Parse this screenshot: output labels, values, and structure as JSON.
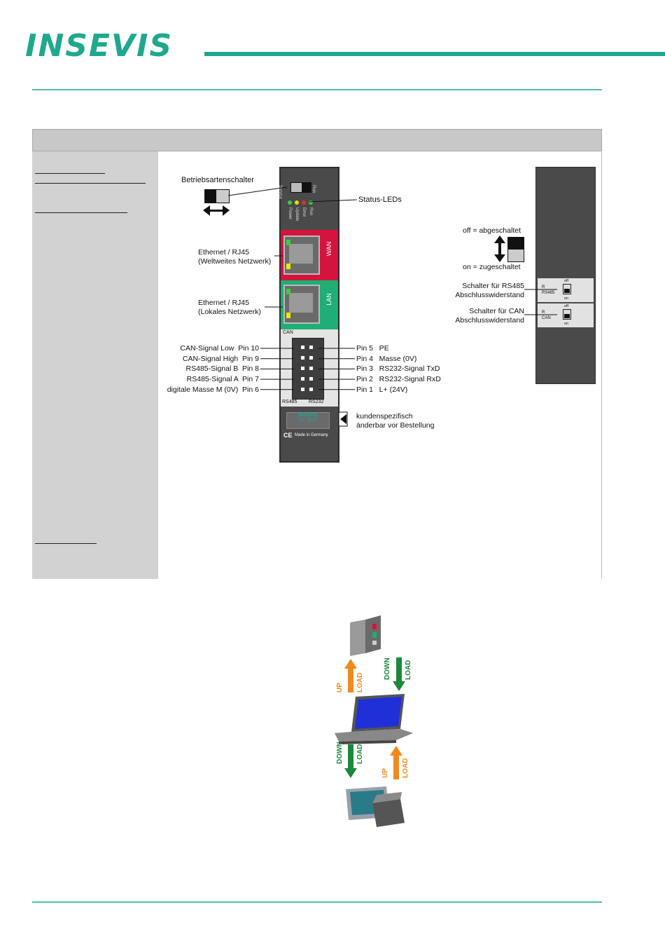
{
  "brand": {
    "logo_text": "INSEVIS",
    "accent_color": "#1fa88e"
  },
  "device_front": {
    "mode_switch_label": "Betriebsartenschalter",
    "mode_switch_positions": [
      "Service",
      "Run"
    ],
    "led_label": "Status-LEDs",
    "led_names": [
      "Power",
      "Update",
      "Error",
      "Run"
    ],
    "led_colors": [
      "#35d040",
      "#e8e000",
      "#e03030",
      "#35d040"
    ],
    "wan_label": "Ethernet / RJ45\n(Weltweites Netzwerk)",
    "wan_port_text": "WAN",
    "lan_label": "Ethernet / RJ45\n(Lokales Netzwerk)",
    "lan_port_text": "LAN",
    "can_header": "CAN",
    "rs485_text": "RS485",
    "rs232_text": "RS232",
    "pins_left": [
      "CAN-Signal Low  Pin 10",
      "CAN-Signal High  Pin 9",
      "RS485-Signal B  Pin 8",
      "RS485-Signal A  Pin 7",
      "digitale Masse M (0V)  Pin 6"
    ],
    "pins_right": [
      "Pin 5   PE",
      "Pin 4   Masse (0V)",
      "Pin 3   RS232-Signal TxD",
      "Pin 2   RS232-Signal RxD",
      "Pin 1   L+ (24V)"
    ],
    "custom_label": "kundenspezifisch\nänderbar vor Bestellung",
    "device_brand": "INSEVIS",
    "model_text": "CC 300T",
    "ce_text": "CE",
    "made_text": "Made in Germany"
  },
  "device_side": {
    "off_label": "off = abgeschaltet",
    "on_label": "on = zugeschaltet",
    "rs485_switch_label": "Schalter für RS485\nAbschlusswiderstand",
    "can_switch_label": "Schalter für CAN\nAbschlusswiderstand",
    "off_text": "off",
    "on_text": "on",
    "rs485_text": "RS485",
    "can_text": "CAN",
    "r_text": "R"
  },
  "transfer_diagram": {
    "up_text": "UP",
    "load_text": "LOAD",
    "down_text": "DOWN",
    "up_color": "#f08a1e",
    "down_color": "#1a8a3a"
  }
}
